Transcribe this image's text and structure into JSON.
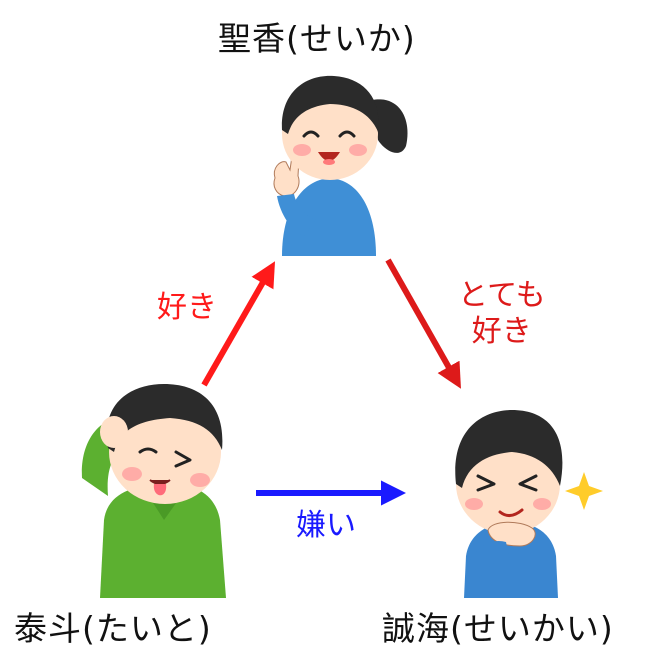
{
  "people": {
    "top": {
      "name": "聖香(せいか)"
    },
    "left": {
      "name": "泰斗(たいと)"
    },
    "right": {
      "name": "誠海(せいかい)"
    }
  },
  "relations": {
    "left_to_top": {
      "label": "好き",
      "color": "#ff1a1a"
    },
    "top_to_right": {
      "line1": "とても",
      "line2": "好き",
      "color": "#dd1a1a"
    },
    "left_to_right": {
      "label": "嫌い",
      "color": "#1a1aff"
    }
  },
  "colors": {
    "hair": "#2b2b2b",
    "skin": "#ffe0c8",
    "cheek": "#ff9f9f",
    "top_shirt": "#3f8fd6",
    "left_shirt": "#5cb030",
    "right_shirt": "#3a86d0",
    "sparkle": "#ffcc2a"
  }
}
